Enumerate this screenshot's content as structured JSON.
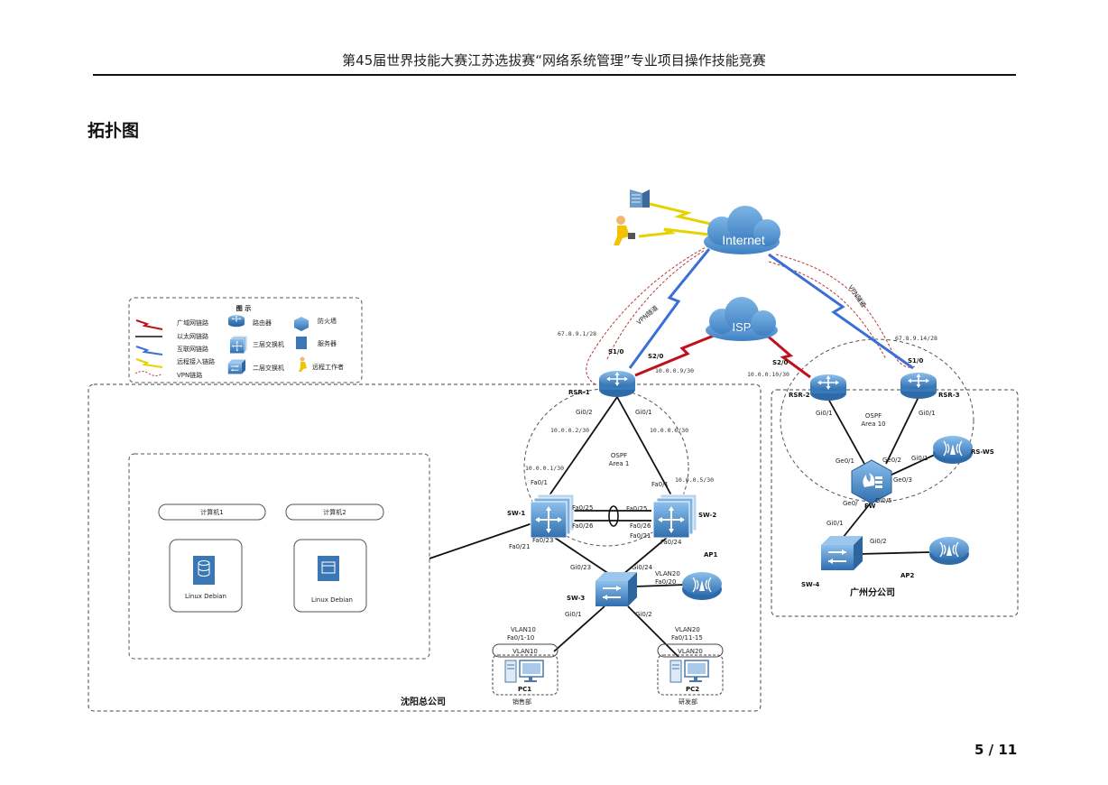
{
  "header": {
    "text": "第45届世界技能大赛江苏选拔赛“网络系统管理”专业项目操作技能竞赛"
  },
  "page_title": "拓扑图",
  "page_number": "5 / 11",
  "legend": {
    "title": "图 示",
    "items": {
      "wan": "广域网链路",
      "eth": "以太网链路",
      "inet": "互联网链路",
      "remote": "远程接入链路",
      "vpn": "VPN链路",
      "router": "路由器",
      "l3sw": "三层交换机",
      "l2sw": "二层交换机",
      "fw": "防火墙",
      "server": "服务器",
      "worker": "远程工作者"
    }
  },
  "clouds": {
    "internet": "Internet",
    "isp": "ISP"
  },
  "devices": {
    "rsr1": "RSR-1",
    "rsr2": "RSR-2",
    "rsr3": "RSR-3",
    "sw1": "SW-1",
    "sw2": "SW-2",
    "sw3": "SW-3",
    "sw4": "SW-4",
    "fw": "FW",
    "ap1": "AP1",
    "ap2": "AP2",
    "rsws": "RS-WS",
    "pc1": "PC1",
    "pc2": "PC2"
  },
  "interfaces": {
    "rsr1_s10": "S1/0",
    "rsr1_s20": "S2/0",
    "rsr1_gi02": "Gi0/2",
    "rsr1_gi01": "Gi0/1",
    "rsr2_s20": "S2/0",
    "rsr2_gi01": "Gi0/1",
    "rsr3_s10": "S1/0",
    "rsr3_gi01": "Gi0/1",
    "sw1_fa01": "Fa0/1",
    "sw1_fa025": "Fa0/25",
    "sw1_fa026": "Fa0/26",
    "sw1_fa023": "Fa0/23",
    "sw1_fa021": "Fa0/21",
    "sw2_fa01": "Fa0/1",
    "sw2_fa025": "Fa0/25",
    "sw2_fa026": "Fa0/26",
    "sw2_fa021": "Fa0/21",
    "sw2_fa024": "Fa0/24",
    "sw3_gi023": "Gi0/23",
    "sw3_gi024": "Gi0/24",
    "sw3_gi01": "Gi0/1",
    "sw3_gi02": "Gi0/2",
    "fw_ge01": "Ge0/1",
    "fw_ge02": "Ge0/2",
    "fw_ge03": "Ge0/3",
    "fw_ge0": "Ge0/",
    "fw_gi05": "Gi0/5",
    "rsws_gi01": "Gi0/1",
    "sw4_gi01": "Gi0/1",
    "sw4_gi02": "Gi0/2"
  },
  "ips": {
    "rsr1_wan": "67.8.9.1/28",
    "rsr1_isp": "10.0.0.9/30",
    "rsr2_isp": "10.0.0.10/30",
    "rsr3_wan": "67.8.9.14/28",
    "r1_sw1": "10.0.0.2/30",
    "r1_sw2": "10.0.0.6/30",
    "sw1_r1": "10.0.0.1/30",
    "sw2_r1": "10.0.0.5/30"
  },
  "ospf": {
    "area1_line1": "OSPF",
    "area1_line2": "Area 1",
    "area10_line1": "OSPF",
    "area10_line2": "Area 10"
  },
  "vlan": {
    "ap1_vlan": "VLAN20",
    "ap1_port": "Fa0/20",
    "pc1_vlan": "VLAN10",
    "pc1_ports": "Fa0/1-10",
    "pc1_box": "VLAN10",
    "pc2_vlan": "VLAN20",
    "pc2_ports": "Fa0/11-15",
    "pc2_box": "VLAN20"
  },
  "vpn_labels": {
    "left": "VPN隧道",
    "right": "VPN隧道"
  },
  "departments": {
    "pc1": "销售部",
    "pc2": "研发部"
  },
  "sites": {
    "shenyang": "沈阳总公司",
    "guangzhou": "广州分公司"
  },
  "servers": {
    "c1_title": "计算机1",
    "c1_os": "Linux Debian",
    "c2_title": "计算机2",
    "c2_os": "Linux Debian"
  },
  "colors": {
    "wan": "#c0111b",
    "inet": "#3a6fd8",
    "remote": "#e6d200",
    "vpn": "#b63a3a",
    "device_fill": "#4f8fcd",
    "cloud_fill": "#5b9bd5"
  }
}
